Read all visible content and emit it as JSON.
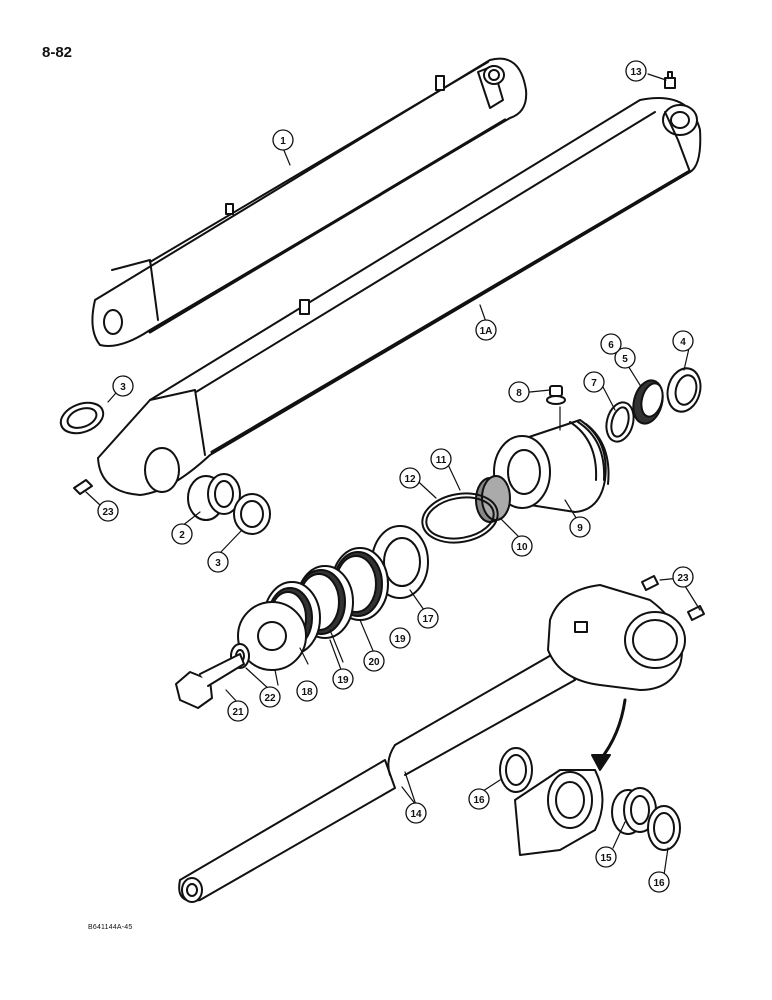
{
  "page_number": "8-82",
  "figure_id": "B641144A-45",
  "callouts": [
    {
      "id": "c1",
      "label": "1"
    },
    {
      "id": "c1a",
      "label": "1A"
    },
    {
      "id": "c2",
      "label": "2"
    },
    {
      "id": "c3a",
      "label": "3"
    },
    {
      "id": "c3b",
      "label": "3"
    },
    {
      "id": "c4",
      "label": "4"
    },
    {
      "id": "c5",
      "label": "5"
    },
    {
      "id": "c6",
      "label": "6"
    },
    {
      "id": "c7",
      "label": "7"
    },
    {
      "id": "c8",
      "label": "8"
    },
    {
      "id": "c9",
      "label": "9"
    },
    {
      "id": "c10",
      "label": "10"
    },
    {
      "id": "c11",
      "label": "11"
    },
    {
      "id": "c12",
      "label": "12"
    },
    {
      "id": "c13",
      "label": "13"
    },
    {
      "id": "c14",
      "label": "14"
    },
    {
      "id": "c15",
      "label": "15"
    },
    {
      "id": "c16a",
      "label": "16"
    },
    {
      "id": "c16b",
      "label": "16"
    },
    {
      "id": "c17",
      "label": "17"
    },
    {
      "id": "c18",
      "label": "18"
    },
    {
      "id": "c19a",
      "label": "19"
    },
    {
      "id": "c19b",
      "label": "19"
    },
    {
      "id": "c20",
      "label": "20"
    },
    {
      "id": "c21",
      "label": "21"
    },
    {
      "id": "c22",
      "label": "22"
    },
    {
      "id": "c23a",
      "label": "23"
    },
    {
      "id": "c23b",
      "label": "23"
    }
  ]
}
